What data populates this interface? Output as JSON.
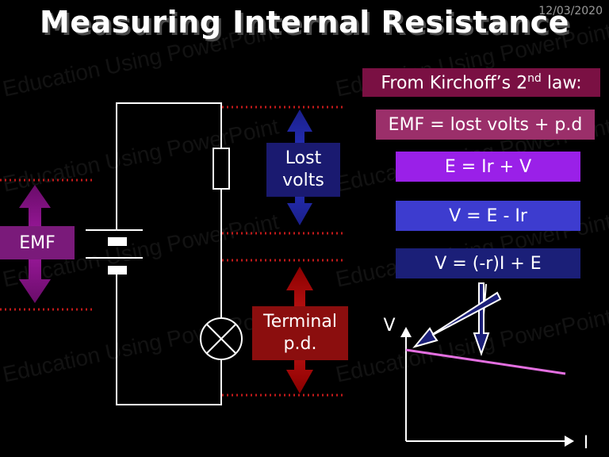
{
  "slide": {
    "title": "Measuring Internal Resistance",
    "date": "12/03/2020",
    "watermark": "Education Using PowerPoint"
  },
  "labels": {
    "emf": "EMF",
    "lost_volts": "Lost\nvolts",
    "terminal_pd": "Terminal\np.d."
  },
  "equations": {
    "kirchoff_prefix": "From Kirchoff’s 2",
    "kirchoff_sup": "nd",
    "kirchoff_suffix": " law:",
    "emf_sum": "EMF = lost volts + p.d",
    "e_eq": "E = Ir + V",
    "v_eq": "V = E - Ir",
    "line_eq": "V = (-r)I + E"
  },
  "graph": {
    "y_axis": "V",
    "x_axis": "I"
  },
  "colors": {
    "emf_box": "#7a1a7a",
    "lost_box": "#1a1a70",
    "terminal_box": "#8b0e0e",
    "kirchoff_box": "#7a1043",
    "emf_sum_box": "#9b2f6a",
    "e_eq_box": "#9a20e8",
    "v_eq_box": "#3d3ccf",
    "line_eq_box": "#1b1f78",
    "graph_line": "#e36fe0",
    "dotted_line": "#c21a1a"
  }
}
